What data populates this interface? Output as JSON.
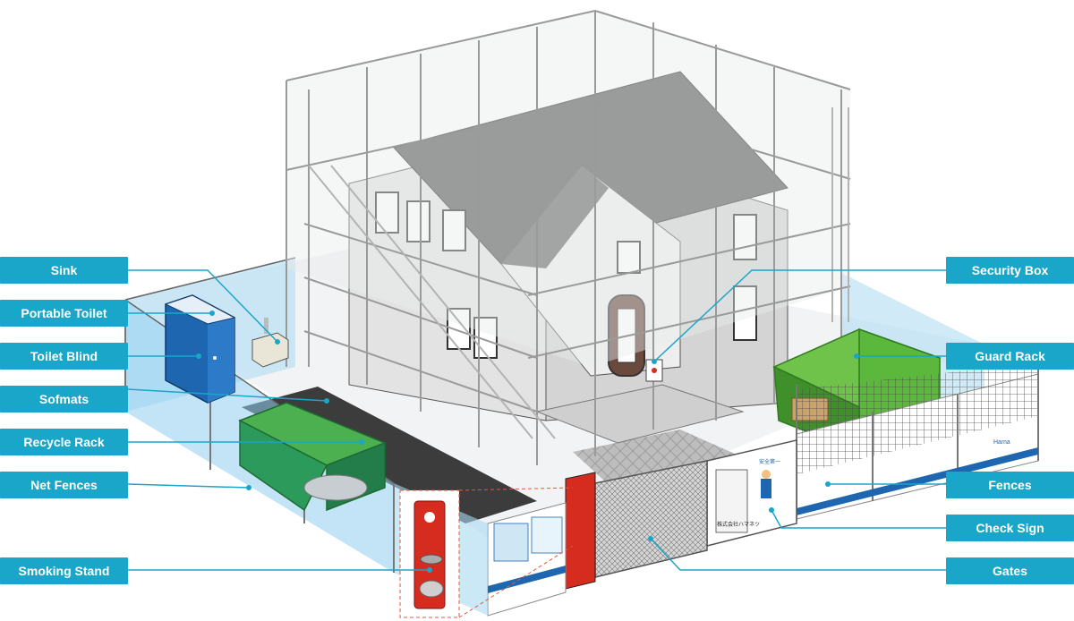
{
  "colors": {
    "label_bg": "#1aa6c9",
    "leader": "#1aa6c9",
    "fence_panel": "#a9d9f2",
    "scaffold": "#9a9a9a",
    "roof": "#5a5a5a",
    "guard_rack": "#5cb83c",
    "toilet": "#1f66b0",
    "smoking_stand": "#d62b1f",
    "recycle_rack": "#2b9a5a"
  },
  "labels": {
    "sink": "Sink",
    "portable_toilet": "Portable Toilet",
    "toilet_blind": "Toilet Blind",
    "sofmats": "Sofmats",
    "recycle_rack": "Recycle Rack",
    "net_fences": "Net Fences",
    "smoking_stand": "Smoking Stand",
    "security_box": "Security Box",
    "guard_rack": "Guard Rack",
    "fences": "Fences",
    "check_sign": "Check Sign",
    "gates": "Gates"
  },
  "scene_text": {
    "brand": "Hama",
    "company_sign": "株式会社ハマネツ",
    "safety_sign": "安全第一"
  }
}
